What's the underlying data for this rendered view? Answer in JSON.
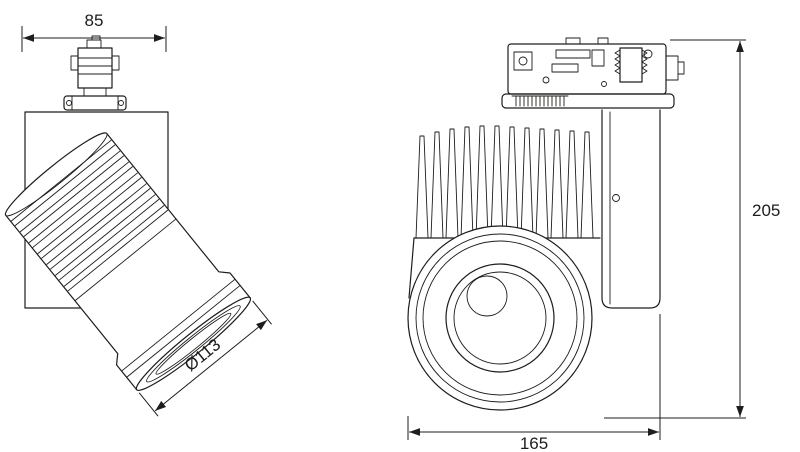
{
  "drawing": {
    "type": "technical-dimension-drawing",
    "subject": "track-mounted LED spotlight, two views",
    "dimensions": {
      "housing_width": "85",
      "lens_diameter": "Ø113",
      "head_width": "165",
      "overall_height": "205"
    },
    "colors": {
      "line": "#1d1d1b",
      "background": "#ffffff"
    }
  }
}
